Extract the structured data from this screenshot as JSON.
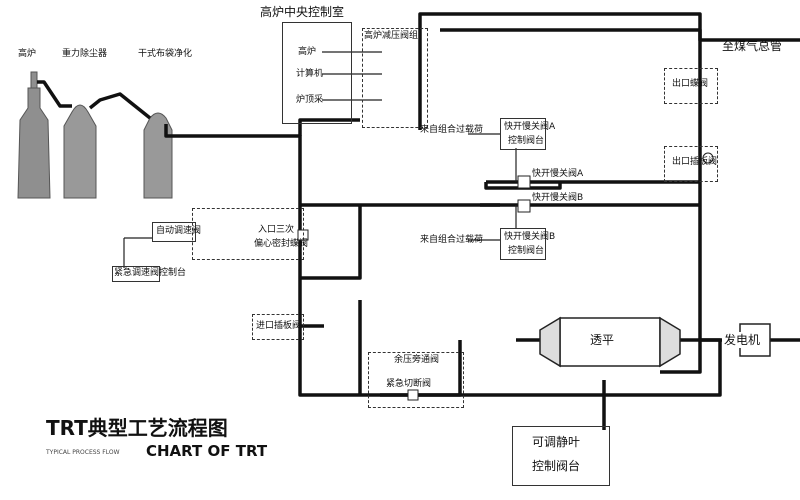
{
  "labels": {
    "blast_furnace": "高炉",
    "gravity_dust": "重力除尘器",
    "dry_bag": "干式布袋净化",
    "control_room": "高炉中央控制室",
    "cr_item1": "高炉",
    "cr_item2": "计算机",
    "cr_item3": "炉顶采",
    "pressure_valve_group": "高炉减压阀组",
    "to_gas_main": "至煤气总管",
    "outlet_butterfly": "出口蝶阀",
    "outlet_gate": "出口插板阀",
    "signal_a": "来自组合过载荷",
    "valve_a": "快开慢关阀A",
    "valve_a_ctrl": "控制阀台",
    "valve_a_icon": "快开慢关阀A",
    "valve_b_icon": "快开慢关阀B",
    "signal_b": "来自组合过载荷",
    "valve_b": "快开慢关阀B",
    "valve_b_ctrl": "控制阀台",
    "emergency_ctrl": "自动调速阀",
    "inlet_trip_valve": "入口三次",
    "inlet_trip_valve2": "偏心密封蝶阀",
    "emerg_valve_actuator": "紧急调速阀控制台",
    "inlet_gate": "进口插板阀",
    "bypass_valve": "余压旁通阀",
    "emergency_cut": "紧急切断阀",
    "turbine": "透平",
    "generator": "发电机",
    "stator_ctrl_1": "可调静叶",
    "stator_ctrl_2": "控制阀台",
    "title_cn": "TRT典型工艺流程图",
    "title_small": "TYPICAL PROCESS FLOW",
    "title_en": "CHART OF TRT"
  }
}
